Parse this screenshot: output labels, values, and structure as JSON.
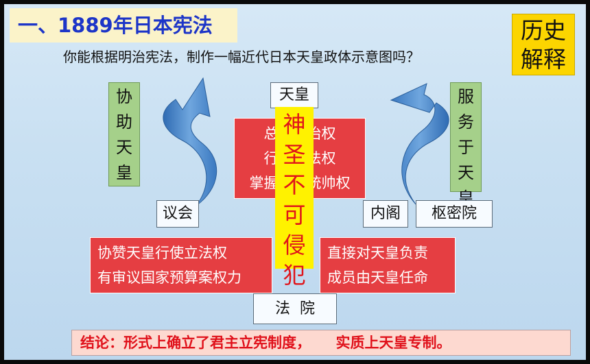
{
  "title": "一、1889年日本宪法",
  "badge": {
    "line1": "历史",
    "line2": "解释"
  },
  "question": "你能根据明治宪法，制作一幅近代日本天皇政体示意图吗？",
  "emperor": "天皇",
  "left_vertical": [
    "协",
    "助",
    "天",
    "皇"
  ],
  "right_vertical": [
    "服",
    "务",
    "于",
    "天",
    "皇"
  ],
  "emperor_powers": [
    "总揽统治权",
    "行使立法权",
    "掌握军队统帅权"
  ],
  "sacred": [
    "神",
    "圣",
    "不",
    "可",
    "侵",
    "犯"
  ],
  "diet": "议会",
  "cabinet": "内阁",
  "privy_council": "枢密院",
  "diet_powers": [
    "协赞天皇行使立法权",
    "有审议国家预算案权力"
  ],
  "cabinet_powers": [
    "直接对天皇负责",
    "成员由天皇任命"
  ],
  "court": "法  院",
  "conclusion": "结论：形式上确立了君主立宪制度，     实质上天皇专制。",
  "colors": {
    "title_text": "#1d35c8",
    "badge_bg": "#fcd500",
    "red_box": "#e53e42",
    "green_box": "#a5d08a",
    "sacred_bg": "#fff200",
    "sacred_text": "#e0141a",
    "arrow": "#3f7fc4"
  },
  "icons": {
    "left_arrow": "curved-up-arrow",
    "right_arrow": "curved-up-arrow-mirrored"
  }
}
